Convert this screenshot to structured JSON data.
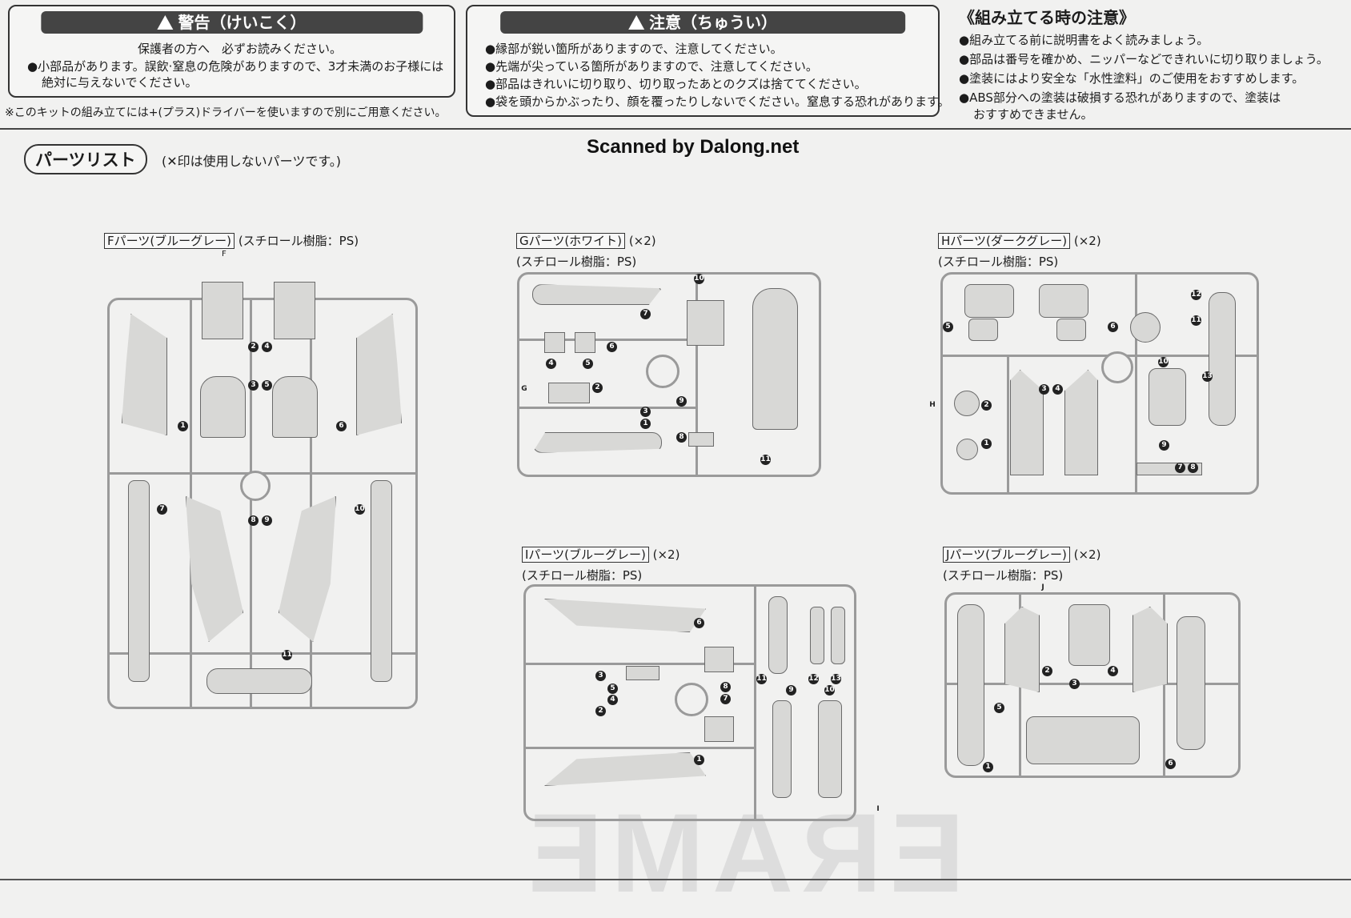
{
  "warning_box": {
    "title": "警告（けいこく）",
    "subtitle": "保護者の方へ　必ずお読みください。",
    "lines": [
      "小部品があります。誤飲·窒息の危険がありますので、3才未満のお子様には",
      "絶対に与えないでください。"
    ]
  },
  "caution_box": {
    "title": "注意（ちゅうい）",
    "lines": [
      "縁部が鋭い箇所がありますので、注意してください。",
      "先端が尖っている箇所がありますので、注意してください。",
      "部品はきれいに切り取り、切り取ったあとのクズは捨ててください。",
      "袋を頭からかぶったり、顔を覆ったりしないでください。窒息する恐れがあります。"
    ]
  },
  "driver_note": "※このキットの組み立てには+(プラス)ドライバーを使いますので別にご用意ください。",
  "assembly_notes": {
    "title": "《組み立てる時の注意》",
    "lines": [
      "組み立てる前に説明書をよく読みましょう。",
      "部品は番号を確かめ、ニッパーなどできれいに切り取りましょう。",
      "塗装にはより安全な「水性塗料」のご使用をおすすめします。",
      "ABS部分への塗装は破損する恐れがありますので、塗装は",
      "おすすめできません。"
    ]
  },
  "watermark": "Scanned by Dalong.net",
  "parts_list": {
    "label": "パーツリスト",
    "note": "(✕印は使用しないパーツです。)"
  },
  "runners": {
    "F": {
      "tag": "Fパーツ(ブルーグレー)",
      "material": "(スチロール樹脂：PS)",
      "letter": "F",
      "numbers": [
        "1",
        "2",
        "3",
        "4",
        "5",
        "6",
        "7",
        "8",
        "9",
        "10",
        "11"
      ]
    },
    "G": {
      "tag": "Gパーツ(ホワイト)",
      "count": "(×2)",
      "material": "(スチロール樹脂：PS)",
      "letter": "G",
      "numbers": [
        "1",
        "2",
        "3",
        "4",
        "5",
        "6",
        "7",
        "8",
        "9",
        "10",
        "11"
      ]
    },
    "H": {
      "tag": "Hパーツ(ダークグレー)",
      "count": "(×2)",
      "material": "(スチロール樹脂：PS)",
      "letter": "H",
      "numbers": [
        "1",
        "2",
        "3",
        "4",
        "5",
        "6",
        "7",
        "8",
        "9",
        "10",
        "11",
        "12",
        "13"
      ]
    },
    "I": {
      "tag": "Iパーツ(ブルーグレー)",
      "count": "(×2)",
      "material": "(スチロール樹脂：PS)",
      "letter": "I",
      "numbers": [
        "1",
        "2",
        "3",
        "4",
        "5",
        "6",
        "7",
        "8",
        "9",
        "10",
        "11",
        "12",
        "13"
      ]
    },
    "J": {
      "tag": "Jパーツ(ブルーグレー)",
      "count": "(×2)",
      "material": "(スチロール樹脂：PS)",
      "letter": "J",
      "numbers": [
        "1",
        "2",
        "3",
        "4",
        "5",
        "6"
      ]
    }
  }
}
